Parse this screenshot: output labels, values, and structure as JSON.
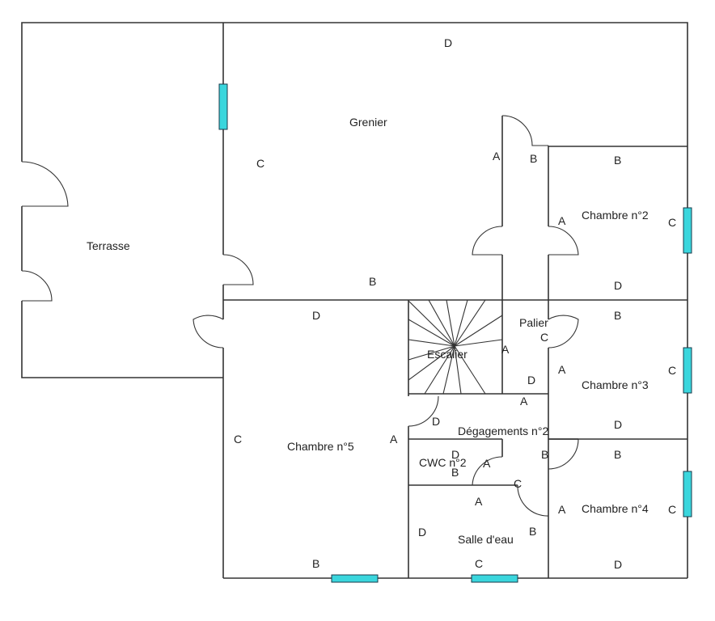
{
  "rooms": {
    "terrasse": "Terrasse",
    "grenier": "Grenier",
    "chambre2": "Chambre n°2",
    "chambre3": "Chambre n°3",
    "chambre4": "Chambre n°4",
    "chambre5": "Chambre n°5",
    "palier": "Palier",
    "escalier": "Escalier",
    "degagements": "Dégagements n°2",
    "wc": "CWC n°2",
    "salle_eau": "Salle d'eau"
  },
  "wall_marks": {
    "grenier_top": "D",
    "grenier_left": "C",
    "grenier_stair_a": "A",
    "grenier_stair_b": "B",
    "grenier_bottom": "B",
    "ch2_top": "B",
    "ch2_left": "A",
    "ch2_right": "C",
    "ch2_bottom": "D",
    "ch5_top": "D",
    "ch5_left": "C",
    "ch5_right": "A",
    "ch5_bottom": "B",
    "esc_a": "A",
    "palier_c": "C",
    "palier_d": "D",
    "ch3_top": "B",
    "ch3_left": "A",
    "ch3_right": "C",
    "ch3_bottom": "D",
    "deg_a": "A",
    "deg_d": "D",
    "deg_b": "B",
    "wc_d": "D",
    "wc_b": "B",
    "wc_a": "A",
    "se_a": "A",
    "se_c_top": "C",
    "se_d": "D",
    "se_b": "B",
    "se_c_bottom": "C",
    "ch4_top": "B",
    "ch4_left": "A",
    "ch4_right": "C",
    "ch4_bottom": "D"
  },
  "colors": {
    "window": "#3ad6dd",
    "wall": "#333333",
    "background": "#ffffff"
  }
}
